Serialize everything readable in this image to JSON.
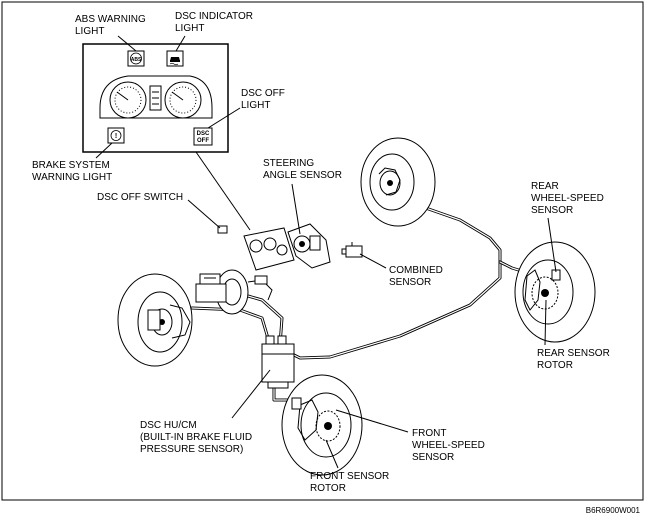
{
  "labels": {
    "abs_warning_light": [
      "ABS WARNING",
      "LIGHT"
    ],
    "dsc_indicator_light": [
      "DSC INDICATOR",
      "LIGHT"
    ],
    "dsc_off_light": [
      "DSC OFF",
      "LIGHT"
    ],
    "brake_system_warning_light": [
      "BRAKE SYSTEM",
      "WARNING LIGHT"
    ],
    "dsc_off_switch": [
      "DSC OFF SWITCH"
    ],
    "steering_angle_sensor": [
      "STEERING",
      "ANGLE SENSOR"
    ],
    "combined_sensor": [
      "COMBINED",
      "SENSOR"
    ],
    "rear_wheel_speed_sensor": [
      "REAR",
      "WHEEL-SPEED",
      "SENSOR"
    ],
    "rear_sensor_rotor": [
      "REAR SENSOR",
      "ROTOR"
    ],
    "dsc_hu_cm": [
      "DSC HU/CM",
      "(BUILT-IN BRAKE FLUID",
      "PRESSURE SENSOR)"
    ],
    "front_wheel_speed_sensor": [
      "FRONT",
      "WHEEL-SPEED",
      "SENSOR"
    ],
    "front_sensor_rotor": [
      "FRONT SENSOR",
      "ROTOR"
    ]
  },
  "icons": {
    "abs": "ABS",
    "dsc_off": [
      "DSC",
      "OFF"
    ],
    "brake": "!"
  },
  "figure_id": "B6R6900W001"
}
